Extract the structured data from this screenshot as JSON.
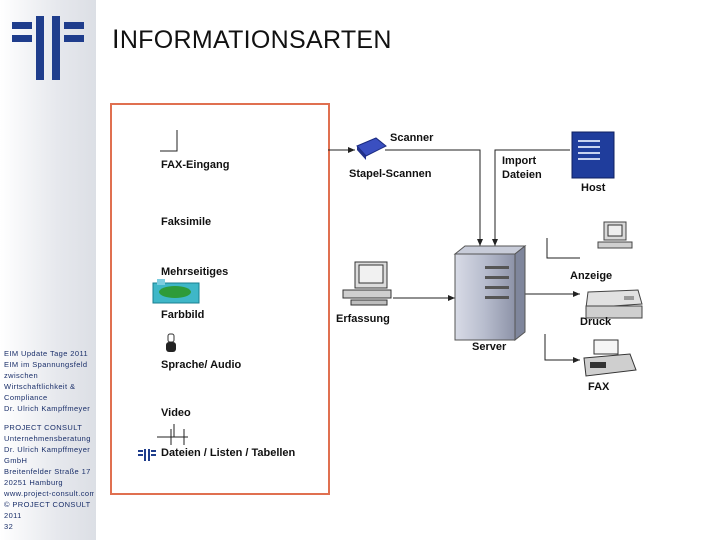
{
  "slide": {
    "title_first": "I",
    "title_rest": "NFORMATIONSARTEN"
  },
  "sidebar": {
    "event_lines": [
      "EIM Update Tage 2011",
      "EIM im Spannungsfeld",
      "zwischen",
      "Wirtschaftlichkeit &",
      "Compliance",
      "Dr. Ulrich Kampffmeyer"
    ],
    "company_lines": [
      "PROJECT CONSULT",
      "Unternehmensberatung",
      "Dr. Ulrich Kampffmeyer",
      "GmbH",
      "Breitenfelder Straße 17",
      "20251 Hamburg",
      "www.project-consult.com",
      "© PROJECT CONSULT",
      "2011",
      "32"
    ]
  },
  "info_types": {
    "fax_eingang": "FAX-Eingang",
    "faksimile": "Faksimile",
    "mehrseitiges": "Mehrseitiges",
    "farbbild": "Farbbild",
    "sprache_audio": "Sprache/ Audio",
    "video": "Video",
    "dateien": "Dateien / Listen / Tabellen"
  },
  "system": {
    "scanner": "Scanner",
    "stapel_scannen": "Stapel-Scannen",
    "import_dateien_1": "Import",
    "import_dateien_2": "Dateien",
    "host": "Host",
    "anzeige": "Anzeige",
    "druck": "Druck",
    "fax": "FAX",
    "erfassung": "Erfassung",
    "server": "Server"
  },
  "colors": {
    "frame": "#e07050",
    "logo": "#1f3d8c",
    "sidebar_text": "#1a2f6a",
    "scanner_icon": "#3a4fc0",
    "host_icon": "#1f3d9c"
  }
}
